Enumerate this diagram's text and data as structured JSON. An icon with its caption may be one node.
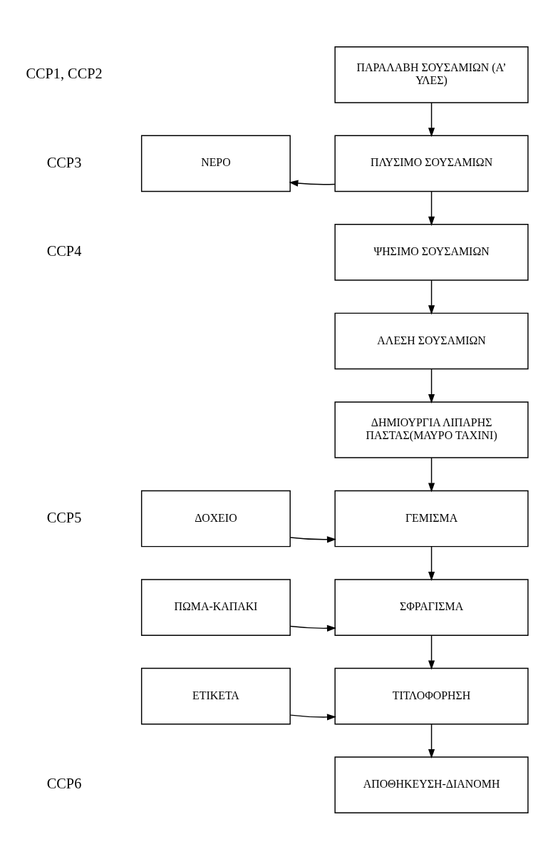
{
  "diagram": {
    "nodes": [
      {
        "text": [
          "ΠΑΡΑΛΑΒΗ ΣΟΥΣΑΜΙΩΝ (Α’ ΥΛΕΣ)"
        ]
      },
      {
        "text": [
          "ΠΛΥΣΙΜΟ ΣΟΥΣΑΜΙΩΝ"
        ]
      },
      {
        "text": [
          "ΝΕΡΟ"
        ]
      },
      {
        "text": [
          "ΨΗΣΙΜΟ ΣΟΥΣΑΜΙΩΝ"
        ]
      },
      {
        "text": [
          "ΑΛΕΣΗ ΣΟΥΣΑΜΙΩΝ"
        ]
      },
      {
        "text": [
          "ΔΗΜΙΟΥΡΓΙΑ ΛΙΠΑΡΗΣ ΠΑΣΤΑΣ(ΜΑΥΡΟ ΤΑΧΙΝΙ)"
        ]
      },
      {
        "text": [
          "ΔΟΧΕΙΟ"
        ]
      },
      {
        "text": [
          "ΓΕΜΙΣΜΑ"
        ]
      },
      {
        "text": [
          "ΠΩΜΑ-ΚΑΠΑΚΙ"
        ]
      },
      {
        "text": [
          "ΣΦΡΑΓΙΣΜΑ"
        ]
      },
      {
        "text": [
          "ΕΤΙΚΕΤΑ"
        ]
      },
      {
        "text": [
          "ΤΙΤΛΟΦΟΡΗΣΗ"
        ]
      },
      {
        "text": [
          "ΑΠΟΘΗΚΕΥΣΗ-ΔΙΑΝΟΜΗ"
        ]
      }
    ],
    "edges": [
      {
        "from": 0,
        "to": 1,
        "arrow": "to"
      },
      {
        "from": 1,
        "to": 2,
        "arrow": "to"
      },
      {
        "from": 1,
        "to": 3,
        "arrow": "to"
      },
      {
        "from": 3,
        "to": 4,
        "arrow": "to"
      },
      {
        "from": 4,
        "to": 5,
        "arrow": "to"
      },
      {
        "from": 5,
        "to": 7,
        "arrow": "to"
      },
      {
        "from": 6,
        "to": 7,
        "arrow": "to"
      },
      {
        "from": 7,
        "to": 9,
        "arrow": "to"
      },
      {
        "from": 8,
        "to": 9,
        "arrow": "to"
      },
      {
        "from": 9,
        "to": 11,
        "arrow": "to"
      },
      {
        "from": 10,
        "to": 11,
        "arrow": "to"
      },
      {
        "from": 11,
        "to": 12,
        "arrow": "to"
      }
    ],
    "labels": [
      "CCP1, CCP2",
      "CCP3",
      "CCP4",
      "CCP5",
      "CCP6"
    ]
  }
}
